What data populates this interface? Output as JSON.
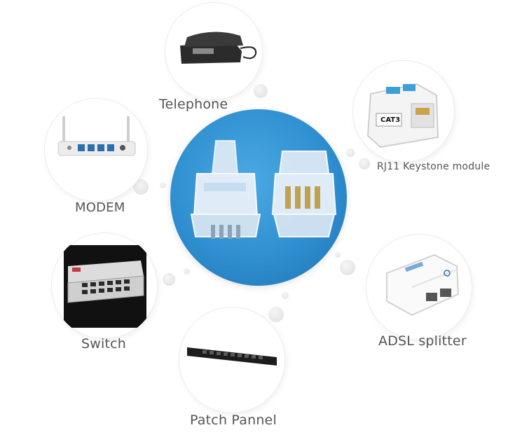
{
  "center": {
    "icon": "rj11-connector-pair"
  },
  "nodes": [
    {
      "id": "telephone",
      "label": "Telephone",
      "icon": "telephone-icon"
    },
    {
      "id": "keystone",
      "label": "RJ11 Keystone module",
      "icon": "keystone-jack-icon",
      "printed": "CAT3"
    },
    {
      "id": "modem",
      "label": "MODEM",
      "icon": "modem-router-icon"
    },
    {
      "id": "switch",
      "label": "Switch",
      "icon": "network-switch-icon"
    },
    {
      "id": "adsl",
      "label": "ADSL splitter",
      "icon": "adsl-splitter-icon"
    },
    {
      "id": "patch",
      "label": "Patch Pannel",
      "icon": "patch-panel-icon"
    }
  ],
  "colors": {
    "center_blue": "#2f8fd0",
    "label_gray": "#555555",
    "ring_gray": "#e6e6e6"
  }
}
